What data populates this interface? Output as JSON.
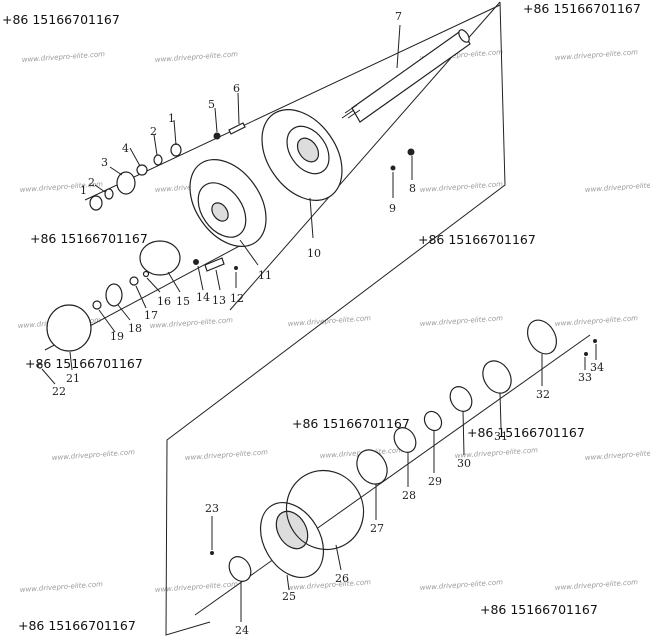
{
  "contact": {
    "phone_label": "+86 15166701167"
  },
  "watermark": {
    "text": "www.drivepro-elite.com"
  },
  "part_numbers": [
    "1",
    "2",
    "3",
    "4",
    "2",
    "1",
    "5",
    "6",
    "7",
    "8",
    "9",
    "10",
    "11",
    "12",
    "13",
    "14",
    "15",
    "16",
    "17",
    "18",
    "19",
    "21",
    "22",
    "23",
    "24",
    "25",
    "26",
    "27",
    "28",
    "29",
    "30",
    "31",
    "32",
    "33",
    "34"
  ]
}
